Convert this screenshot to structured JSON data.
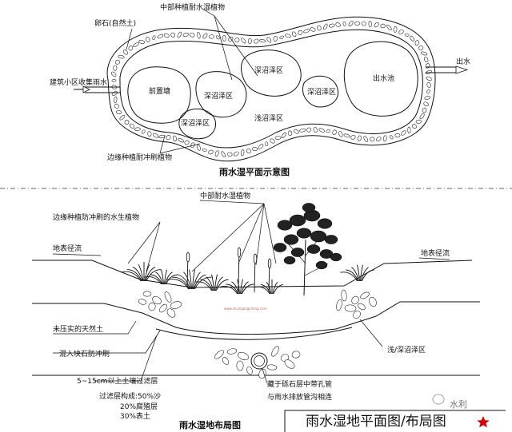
{
  "plan": {
    "top_label": "中部种植耐水湿植物",
    "pebble_label": "卵石(自然土)",
    "inlet_label": "建筑小区收集雨水",
    "outlet_label": "出水",
    "outlet_pool": "出水池",
    "pretreat_pond": "前置塘",
    "deep_marsh_1": "深沼泽区",
    "deep_marsh_2": "深沼泽区",
    "deep_marsh_3": "深沼泽区",
    "deep_marsh_4": "深沼泽区",
    "shallow_marsh": "浅沼泽区",
    "edge_label": "边缘种植耐冲刷植物",
    "title": "雨水湿平面示意图"
  },
  "section": {
    "top_label": "中部耐水湿植物",
    "edge_label": "边缘种植防冲刷的水生植物",
    "runoff_left": "地表径流",
    "runoff_right": "地表径流",
    "soil_label": "未压实的天然土",
    "gravel_label": "混入块石防冲刷",
    "filter_label": "5~15cm以上土壤过滤层",
    "filter_comp": "过滤层构成:50%沙",
    "humus": "20%腐殖层",
    "topsoil": "30%表土",
    "pipe_label_1": "藏于砾石层中带孔管",
    "pipe_label_2": "与雨水排放管沟相连",
    "zone_label": "浅/深沼泽区",
    "title": "雨水湿地布局图"
  },
  "big_title": "雨水湿地平面图/布局图",
  "watermark": {
    "text": "水利",
    "url": "www.shuiligongcheng.com"
  }
}
